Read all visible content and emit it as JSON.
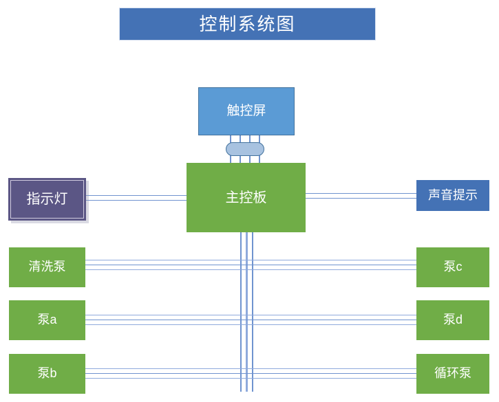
{
  "diagram": {
    "title": "控制系统图",
    "background_color": "#ffffff",
    "colors": {
      "title_bar": "#4472b5",
      "green_node": "#70ad47",
      "blue_dark_node": "#4472b5",
      "blue_light_node": "#5b9bd5",
      "purple_node": "#5b5685",
      "connector_line": "#8faadc",
      "node_text": "#ffffff"
    },
    "nodes": {
      "touchscreen": {
        "label": "触控屏"
      },
      "main_board": {
        "label": "主控板"
      },
      "indicator_light": {
        "label": "指示灯"
      },
      "sound_prompt": {
        "label": "声音提示"
      },
      "wash_pump": {
        "label": "清洗泵"
      },
      "pump_a": {
        "label": "泵a"
      },
      "pump_b": {
        "label": "泵b"
      },
      "pump_c": {
        "label": "泵c"
      },
      "pump_d": {
        "label": "泵d"
      },
      "circulation_pump": {
        "label": "循环泵"
      }
    }
  }
}
